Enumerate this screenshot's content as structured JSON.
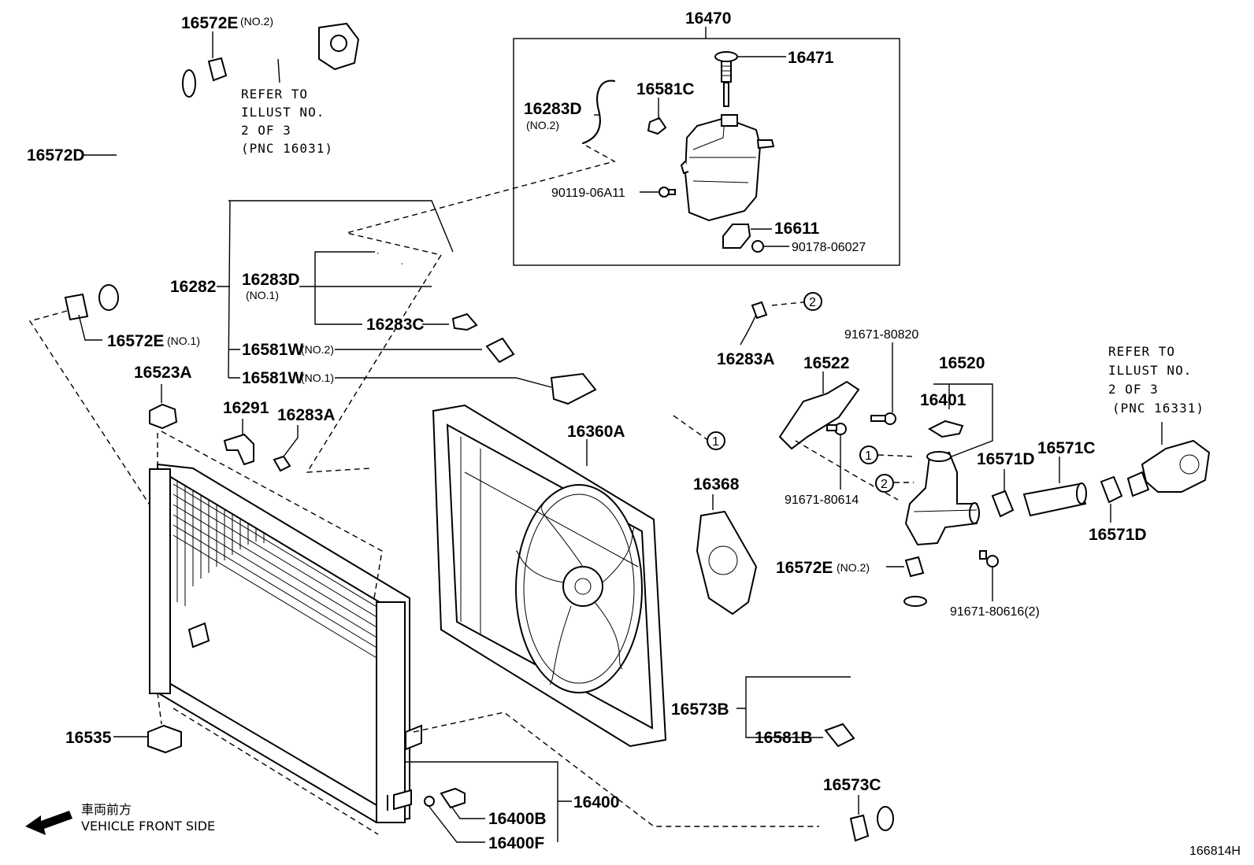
{
  "parts": {
    "p16470": "16470",
    "p16471": "16471",
    "p16581C": "16581C",
    "p16283D_top": "16283D",
    "p16283D_top_sub": "(NO.2)",
    "p90119": "90119-06A11",
    "p16611": "16611",
    "p90178": "90178-06027",
    "p16572E_top": "16572E",
    "p16572E_top_sub": "(NO.2)",
    "p16572D": "16572D",
    "p16282": "16282",
    "p16283D_mid": "16283D",
    "p16283D_mid_sub": "(NO.1)",
    "p16283C": "16283C",
    "p16581W_2": "16581W",
    "p16581W_2_sub": "(NO.2)",
    "p16581W_1": "16581W",
    "p16581W_1_sub": "(NO.1)",
    "p16572E_left": "16572E",
    "p16572E_left_sub": "(NO.1)",
    "p16523A": "16523A",
    "p16291": "16291",
    "p16283A_left": "16283A",
    "p16283A_right": "16283A",
    "p16360A": "16360A",
    "p16368": "16368",
    "p16522": "16522",
    "p91671_80820": "91671-80820",
    "p16520": "16520",
    "p16401": "16401",
    "p16571D_a": "16571D",
    "p16571C": "16571C",
    "p16571D_b": "16571D",
    "p91671_80614": "91671-80614",
    "p16572E_right": "16572E",
    "p16572E_right_sub": "(NO.2)",
    "p91671_80616": "91671-80616(2)",
    "p16573B": "16573B",
    "p16581B": "16581B",
    "p16573C": "16573C",
    "p16535": "16535",
    "p16400": "16400",
    "p16400B": "16400B",
    "p16400F": "16400F"
  },
  "refs": {
    "left": [
      "REFER TO",
      "ILLUST NO.",
      "2 OF 3",
      "(PNC 16031)"
    ],
    "right": [
      "REFER TO",
      "ILLUST NO.",
      "2 OF 3",
      "(PNC 16331)"
    ]
  },
  "markers": {
    "one": "1",
    "two": "2"
  },
  "front": {
    "jp": "車両前方",
    "en": "VEHICLE FRONT SIDE"
  },
  "diagram_code": "166814H"
}
